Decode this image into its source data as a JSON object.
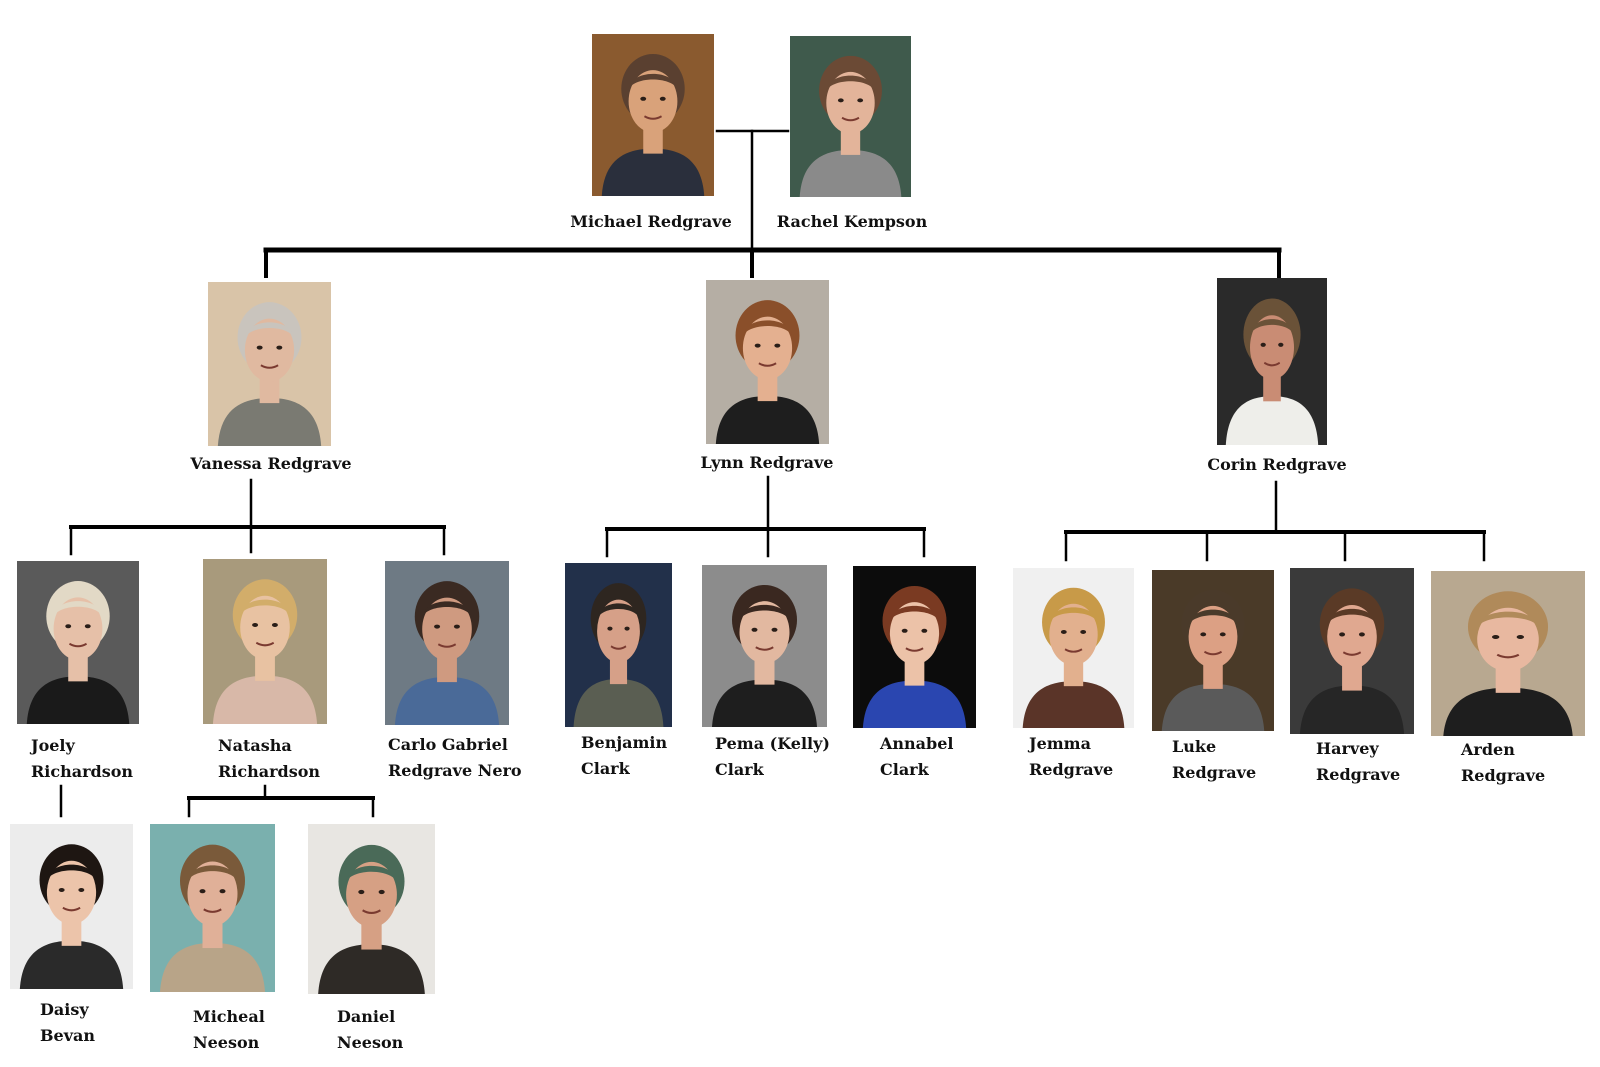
{
  "people": {
    "michael": {
      "name": "Michael Redgrave",
      "bg": "#8a5a2f",
      "skin": "#d9a27a",
      "hair": "#5a4030",
      "cloth": "#2a2f3c"
    },
    "rachel": {
      "name": "Rachel Kempson",
      "bg": "#3f5a4c",
      "skin": "#e3b49a",
      "hair": "#6b4a35",
      "cloth": "#8a8a8a"
    },
    "vanessa": {
      "name": "Vanessa Redgrave",
      "bg": "#d9c4a8",
      "skin": "#e0b9a0",
      "hair": "#c9c4bd",
      "cloth": "#7a7a72"
    },
    "lynn": {
      "name": "Lynn Redgrave",
      "bg": "#b5aea4",
      "skin": "#e4b090",
      "hair": "#8a4f2a",
      "cloth": "#1e1e1e"
    },
    "corin": {
      "name": "Corin Redgrave",
      "bg": "#2a2a2a",
      "skin": "#c98c74",
      "hair": "#6a5238",
      "cloth": "#eeeeea"
    },
    "joely": {
      "name_line1": "Joely",
      "name_line2": "Richardson",
      "bg": "#5a5a5a",
      "skin": "#e6c0a8",
      "hair": "#e2d9c6",
      "cloth": "#1a1a1a"
    },
    "natasha": {
      "name_line1": "Natasha",
      "name_line2": "Richardson",
      "bg": "#a89a7c",
      "skin": "#e8c2a2",
      "hair": "#d2ad6a",
      "cloth": "#d8b8a8"
    },
    "carlo": {
      "name_line1": "Carlo Gabriel",
      "name_line2": "Redgrave Nero",
      "bg": "#6e7a84",
      "skin": "#cf9a80",
      "hair": "#3a2a22",
      "cloth": "#4a6a98"
    },
    "benjamin": {
      "name_line1": "Benjamin",
      "name_line2": "Clark",
      "bg": "#22304a",
      "skin": "#d6a088",
      "hair": "#2e2620",
      "cloth": "#5a5e52"
    },
    "pema": {
      "name_line1": "Pema (Kelly)",
      "name_line2": "Clark",
      "bg": "#8c8c8c",
      "skin": "#e2b8a0",
      "hair": "#3a2820",
      "cloth": "#1e1e1e"
    },
    "annabel": {
      "name_line1": "Annabel",
      "name_line2": "Clark",
      "bg": "#0c0c0c",
      "skin": "#ecc2a8",
      "hair": "#7a3a22",
      "cloth": "#2a46b0"
    },
    "jemma": {
      "name_line1": "Jemma",
      "name_line2": "Redgrave",
      "bg": "#f0f0f0",
      "skin": "#e2b08e",
      "hair": "#c89a48",
      "cloth": "#5a3428"
    },
    "luke": {
      "name_line1": "Luke",
      "name_line2": "Redgrave",
      "bg": "#4a3a28",
      "skin": "#dca084",
      "hair": "#4a3a2a",
      "cloth": "#5a5a5a"
    },
    "harvey": {
      "name_line1": "Harvey",
      "name_line2": "Redgrave",
      "bg": "#3a3a3a",
      "skin": "#e0a890",
      "hair": "#5a3a26",
      "cloth": "#262626"
    },
    "arden": {
      "name_line1": "Arden",
      "name_line2": "Redgrave",
      "bg": "#b8a890",
      "skin": "#e8b8a0",
      "hair": "#b08a5a",
      "cloth": "#1e1e1e"
    },
    "daisy": {
      "name_line1": "Daisy",
      "name_line2": "Bevan",
      "bg": "#ececec",
      "skin": "#ecc4aa",
      "hair": "#1e1612",
      "cloth": "#2a2a2a"
    },
    "micheal": {
      "name_line1": "Micheal",
      "name_line2": "Neeson",
      "bg": "#7ab0ae",
      "skin": "#e0b098",
      "hair": "#7a5a3a",
      "cloth": "#b8a488"
    },
    "daniel": {
      "name_line1": "Daniel",
      "name_line2": "Neeson",
      "bg": "#e8e6e2",
      "skin": "#d6a084",
      "hair": "#4a6a58",
      "cloth": "#2e2a26"
    }
  }
}
